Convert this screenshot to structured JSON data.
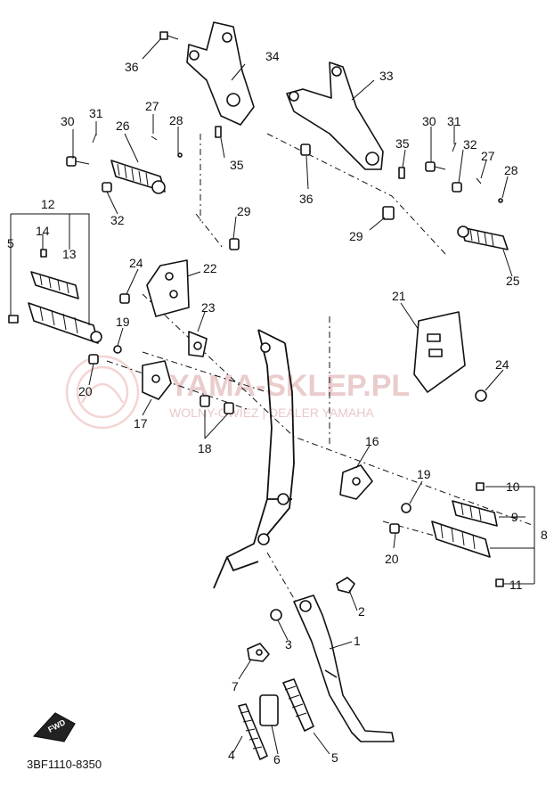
{
  "diagram": {
    "labels": [
      "1",
      "2",
      "3",
      "4",
      "5",
      "5",
      "6",
      "7",
      "8",
      "9",
      "10",
      "11",
      "12",
      "13",
      "14",
      "16",
      "17",
      "18",
      "19",
      "19",
      "20",
      "20",
      "21",
      "22",
      "23",
      "24",
      "24",
      "25",
      "26",
      "27",
      "27",
      "28",
      "28",
      "29",
      "29",
      "30",
      "30",
      "31",
      "31",
      "32",
      "32",
      "33",
      "34",
      "35",
      "35",
      "36",
      "36"
    ],
    "code": "3BF1110-8350",
    "fwd": "FWD"
  },
  "watermark": {
    "title": "YAMA-SKLEP.PL",
    "subtitle": "WOLNY-OWIEZ | DEALER YAMAHA"
  }
}
